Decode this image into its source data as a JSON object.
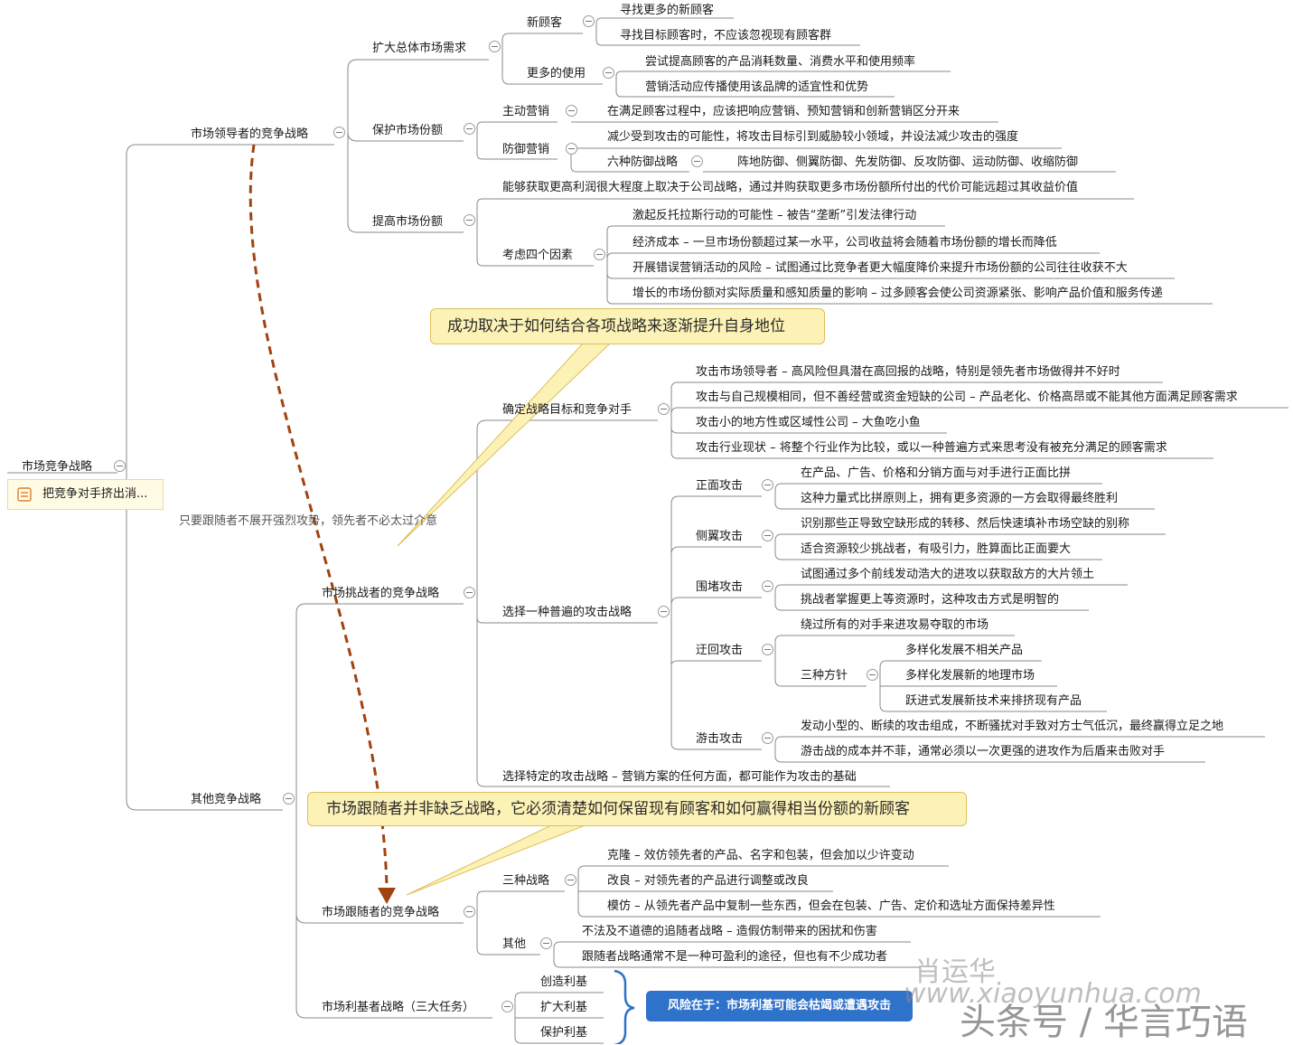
{
  "root": {
    "title": "市场竞争战略",
    "note": "把竞争对手挤出消..."
  },
  "branches": {
    "leader": "市场领导者的竞争战略",
    "others": "其他竞争战略"
  },
  "leader": {
    "expand": "扩大总体市场需求",
    "new_customers": "新顾客",
    "new_c1": "寻找更多的新顾客",
    "new_c2": "寻找目标顾客时，不应该忽视现有顾客群",
    "more_use": "更多的使用",
    "more_u1": "尝试提高顾客的产品消耗数量、消费水平和使用频率",
    "more_u2": "营销活动应传播使用该品牌的适宜性和优势",
    "protect": "保护市场份额",
    "active": "主动营销",
    "active1": "在满足顾客过程中，应该把响应营销、预知营销和创新营销区分开来",
    "defense": "防御营销",
    "defense1": "减少受到攻击的可能性，将攻击目标引到威胁较小领域，并设法减少攻击的强度",
    "six": "六种防御战略",
    "six1": "阵地防御、侧翼防御、先发防御、反攻防御、运动防御、收缩防御",
    "raise": "提高市场份额",
    "raise1": "能够获取更高利润很大程度上取决于公司战略，通过并购获取更多市场份额所付出的代价可能远超过其收益价值",
    "four": "考虑四个因素",
    "f1": "激起反托拉斯行动的可能性 – 被告“垄断”引发法律行动",
    "f2": "经济成本 – 一旦市场份额超过某一水平，公司收益将会随着市场份额的增长而降低",
    "f3": "开展错误营销活动的风险 – 试图通过比竞争者更大幅度降价来提升市场份额的公司往往收获不大",
    "f4": "增长的市场份额对实际质量和感知质量的影响 – 过多顾客会使公司资源紧张、影响产品价值和服务传递"
  },
  "challenger": {
    "title": "市场挑战者的竞争战略",
    "target": "确定战略目标和竞争对手",
    "t1": "攻击市场领导者 – 高风险但具潜在高回报的战略，特别是领先者市场做得并不好时",
    "t2": "攻击与自己规模相同，但不善经营或资金短缺的公司 – 产品老化、价格高昂或不能其他方面满足顾客需求",
    "t3": "攻击小的地方性或区域性公司 – 大鱼吃小鱼",
    "t4": "攻击行业现状 – 将整个行业作为比较，或以一种普遍方式来思考没有被充分满足的顾客需求",
    "general": "选择一种普遍的攻击战略",
    "frontal": "正面攻击",
    "fr1": "在产品、广告、价格和分销方面与对手进行正面比拼",
    "fr2": "这种力量式比拼原则上，拥有更多资源的一方会取得最终胜利",
    "flank": "侧翼攻击",
    "fl1": "识别那些正导致空缺形成的转移、然后快速填补市场空缺的别称",
    "fl2": "适合资源较少挑战者，有吸引力，胜算面比正面要大",
    "encircle": "围堵攻击",
    "en1": "试图通过多个前线发动浩大的进攻以获取敌方的大片领土",
    "en2": "挑战者掌握更上等资源时，这种攻击方式是明智的",
    "bypass": "迂回攻击",
    "by1": "绕过所有的对手来进攻易夺取的市场",
    "three": "三种方针",
    "th1": "多样化发展不相关产品",
    "th2": "多样化发展新的地理市场",
    "th3": "跃进式发展新技术来排挤现有产品",
    "guerrilla": "游击攻击",
    "gu1": "发动小型的、断续的攻击组成，不断骚扰对手致对方士气低沉，最终赢得立足之地",
    "gu2": "游击战的成本并不菲，通常必须以一次更强的进攻作为后盾来击败对手",
    "specific": "选择特定的攻击战略 – 营销方案的任何方面，都可能作为攻击的基础"
  },
  "follower": {
    "title": "市场跟随者的竞争战略",
    "three": "三种战略",
    "s1": "克隆 – 效仿领先者的产品、名字和包装，但会加以少许变动",
    "s2": "改良 – 对领先者的产品进行调整或改良",
    "s3": "模仿 – 从领先者产品中复制一些东西，但会在包装、广告、定价和选址方面保持差异性",
    "other": "其他",
    "o1": "不法及不道德的追随者战略 – 造假仿制带来的困扰和伤害",
    "o2": "跟随者战略通常不是一种可盈利的途径，但也有不少成功者"
  },
  "niche": {
    "title": "市场利基者战略（三大任务）",
    "n1": "创造利基",
    "n2": "扩大利基",
    "n3": "保护利基",
    "risk": "风险在于：市场利基可能会枯竭或遭遇攻击"
  },
  "callouts": {
    "c1": "成功取决于如何结合各项战略来逐渐提升自身地位",
    "c2": "市场跟随者并非缺乏战略，它必须清楚如何保留现有顾客和如何赢得相当份额的新顾客",
    "note": "只要跟随者不展开强烈攻势，领先者不必太过介意"
  },
  "watermark": {
    "name": "肖运华",
    "url": "www.xiaoyunhua.com",
    "brand": "头条号 / 华言巧语"
  },
  "colors": {
    "line": "#888888",
    "arrow": "#a0430f",
    "callout_bg": "#fdf2b6",
    "risk_bg": "#2f72c9",
    "brace": "#2f72c9"
  }
}
